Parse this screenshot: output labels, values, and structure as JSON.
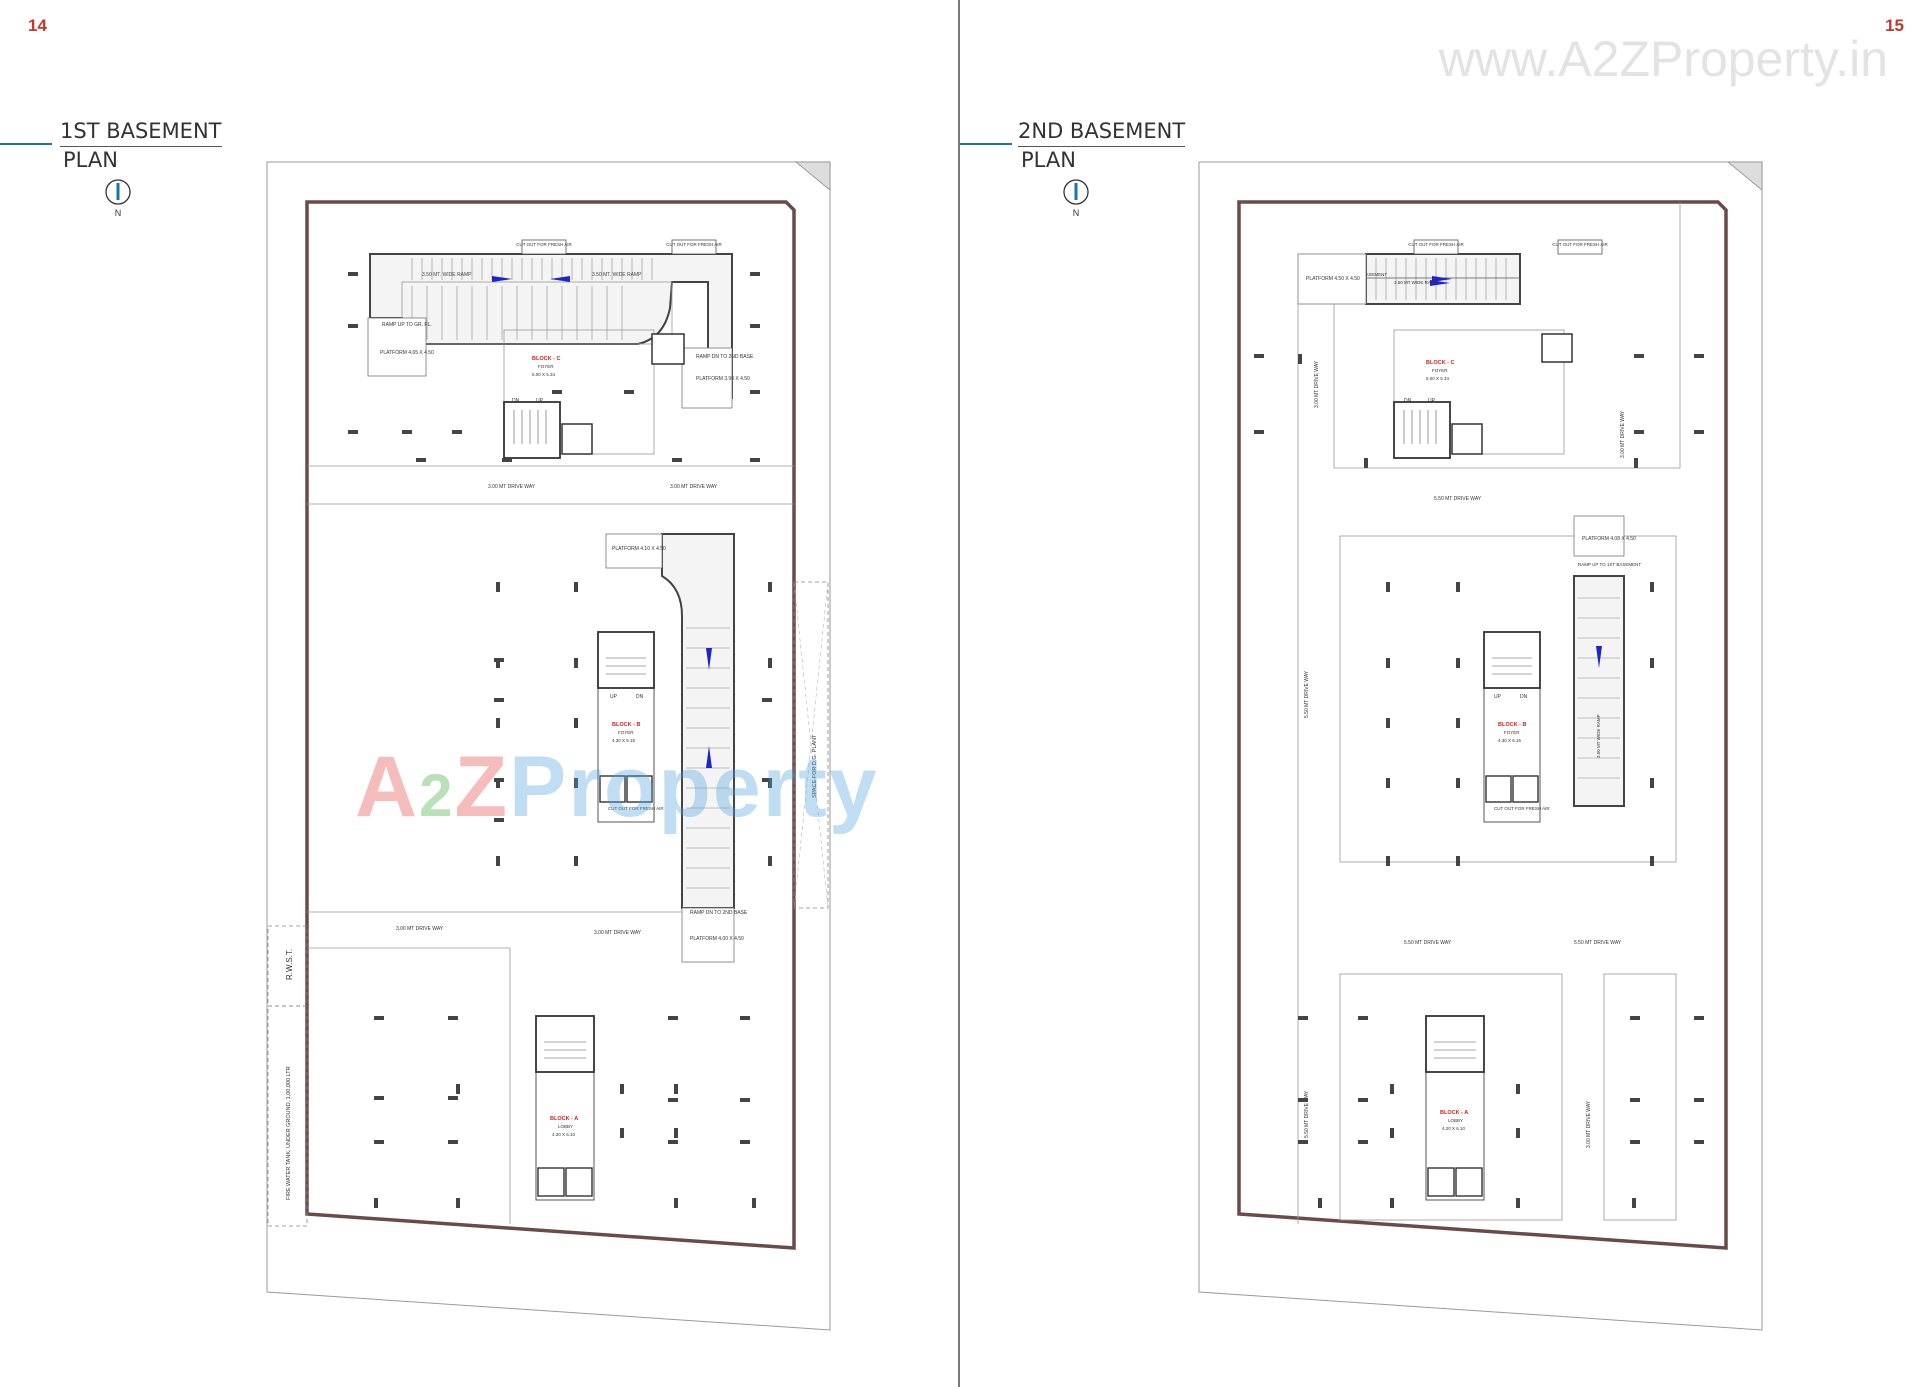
{
  "left_page": {
    "page_number": "14",
    "title_line1": "1ST BASEMENT",
    "title_line2": "PLAN",
    "north": "N",
    "labels": {
      "cutout1": "CUT OUT FOR FRESH AIR",
      "cutout2": "CUT OUT FOR FRESH AIR",
      "ramp_up_top": "3.50 MT. WIDE RAMP",
      "ramp_up_top2": "3.50 MT. WIDE RAMP",
      "ramp_up_gr": "RAMP UP TO GR. FL.",
      "platform_nw": "PLATFORM 4.65 X 4.50",
      "block_c": "BLOCK - C",
      "foyer_c": "FOYER",
      "foyer_c_size": "6.00 X 5.34",
      "ramp_dn_2nd": "RAMP DN TO 2ND BASE",
      "platform_ne": "PLATFORM 3.90 X 4.50",
      "dn": "DN",
      "up": "UP",
      "driveway1": "3.00 MT DRIVE WAY",
      "driveway2": "3.00 MT DRIVE WAY",
      "platform_mid": "PLATFORM 4.10 X 4.50",
      "block_b": "BLOCK - B",
      "foyer_b": "FOYER",
      "foyer_b_size": "4.30 X 6.15",
      "cutout_b": "CUT OUT FOR FRESH AIR",
      "ramp_dn_2nd_b": "RAMP DN TO 2ND BASE",
      "platform_se": "PLATFORM 4.00 X 4.50",
      "driveway3": "3.00 MT DRIVE WAY",
      "driveway4": "3.00 MT DRIVE WAY",
      "rwst": "R.W.S.T.",
      "fire_tank": "FIRE WATER TANK, UNDER GROUND, 1,00,000 LTR",
      "space_dg": "SPACE FOR D.G. PLANT",
      "block_a": "BLOCK - A",
      "foyer_a": "LOBBY",
      "foyer_a_size": "4.20 X 6.10"
    }
  },
  "right_page": {
    "page_number": "15",
    "title_line1": "2ND BASEMENT",
    "title_line2": "PLAN",
    "north": "N",
    "watermark_url": "www.A2ZProperty.in",
    "labels": {
      "cutout1": "CUT OUT FOR FRESH AIR",
      "cutout2": "CUT OUT FOR FRESH AIR",
      "platform_nw": "PLATFORM 4.50 X 4.50",
      "ramp_up_1st": "RAMP UP TO 1ST BASEMENT",
      "ramp_wide": "3.50 MT WIDE RAMP",
      "block_c": "BLOCK - C",
      "foyer_c": "FOYER",
      "foyer_c_size": "6.00 X 5.34",
      "dn": "DN",
      "up": "UP",
      "driveway_v1": "3.00 MT DRIVE WAY",
      "driveway_v2": "3.00 MT DRIVE WAY",
      "driveway_h1": "5.50 MT DRIVE WAY",
      "platform_mid": "PLATFORM 4.08 X 4.50",
      "ramp_up_1st_b": "RAMP UP TO 1ST BASEMENT",
      "driveway_v3": "5.50 MT DRIVE WAY",
      "block_b": "BLOCK - B",
      "foyer_b": "FOYER",
      "foyer_b_size": "4.30 X 6.15",
      "cutout_b": "CUT OUT FOR FRESH AIR",
      "ramp_wide_b": "3.50 MT WIDE RAMP",
      "driveway_h2": "5.50 MT DRIVE WAY",
      "driveway_h3": "5.50 MT DRIVE WAY",
      "driveway_v4": "5.50 MT DRIVE WAY",
      "driveway_v5": "3.00 MT DRIVE WAY",
      "block_a": "BLOCK - A",
      "foyer_a": "LOBBY",
      "foyer_a_size": "4.20 X 6.10"
    }
  },
  "logo_watermark": {
    "text_a": "A",
    "text_2": "2",
    "text_z": "Z",
    "text_property": "Property"
  },
  "colors": {
    "page_number": "#c0392b",
    "accent_rule": "#1b75a8",
    "wall": "#6b4a4a",
    "arrow": "#1e24c8",
    "block_label": "#cc2222"
  }
}
